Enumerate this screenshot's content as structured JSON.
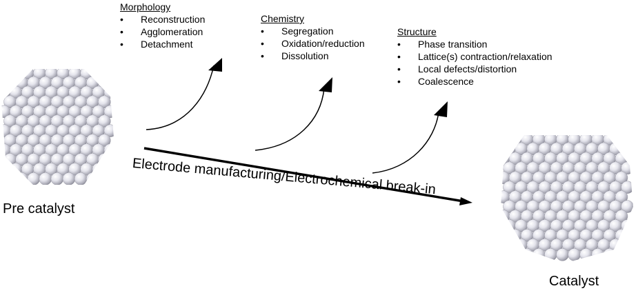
{
  "categories": [
    {
      "title": "Morphology",
      "items": [
        "Reconstruction",
        "Agglomeration",
        "Detachment"
      ]
    },
    {
      "title": "Chemistry",
      "items": [
        "Segregation",
        "Oxidation/reduction",
        "Dissolution"
      ]
    },
    {
      "title": "Structure",
      "items": [
        "Phase transition",
        "Lattice(s) contraction/relaxation",
        "Local defects/distortion",
        "Coalescence"
      ]
    }
  ],
  "process_label": "Electrode manufacturing/Electrochemical break-in",
  "start_label": "Pre catalyst",
  "end_label": "Catalyst",
  "colors": {
    "sphere_fill": "#d2d2dc",
    "sphere_shadow": "#8c8c98",
    "line": "#000000"
  }
}
